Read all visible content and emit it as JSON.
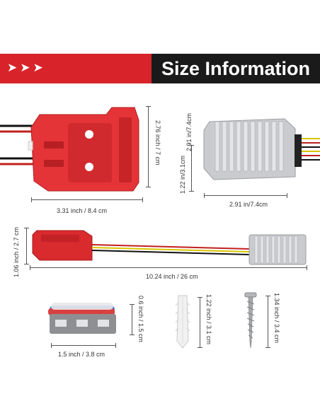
{
  "banner": {
    "arrows": "➤➤➤",
    "title": "Size Information",
    "accent_color": "#d8232a",
    "dark_color": "#1a1a1a"
  },
  "dimensions": {
    "adapter_width": "3.31 inch / 8.4 cm",
    "adapter_height": "2.76 inch / 7 cm",
    "converter_diag": "2.91 in/7.4cm",
    "converter_height": "1.22 in/3.1cm",
    "converter_width": "2.91 in/7.4cm",
    "small_adapter_height": "1.06 inch / 2.7 cm",
    "cable_length": "10.24 inch / 26 cm",
    "connector_height": "0.6 inch / 1.5 cm",
    "connector_width": "1.5 inch / 3.8 cm",
    "anchor_length": "1.22 inch / 3.1 cm",
    "screw_length": "1.34 inch / 3.4 cm"
  },
  "icons": [
    "battery-adapter-icon",
    "dc-converter-icon",
    "wire-connector-icon",
    "wall-anchor-icon",
    "screw-icon"
  ]
}
